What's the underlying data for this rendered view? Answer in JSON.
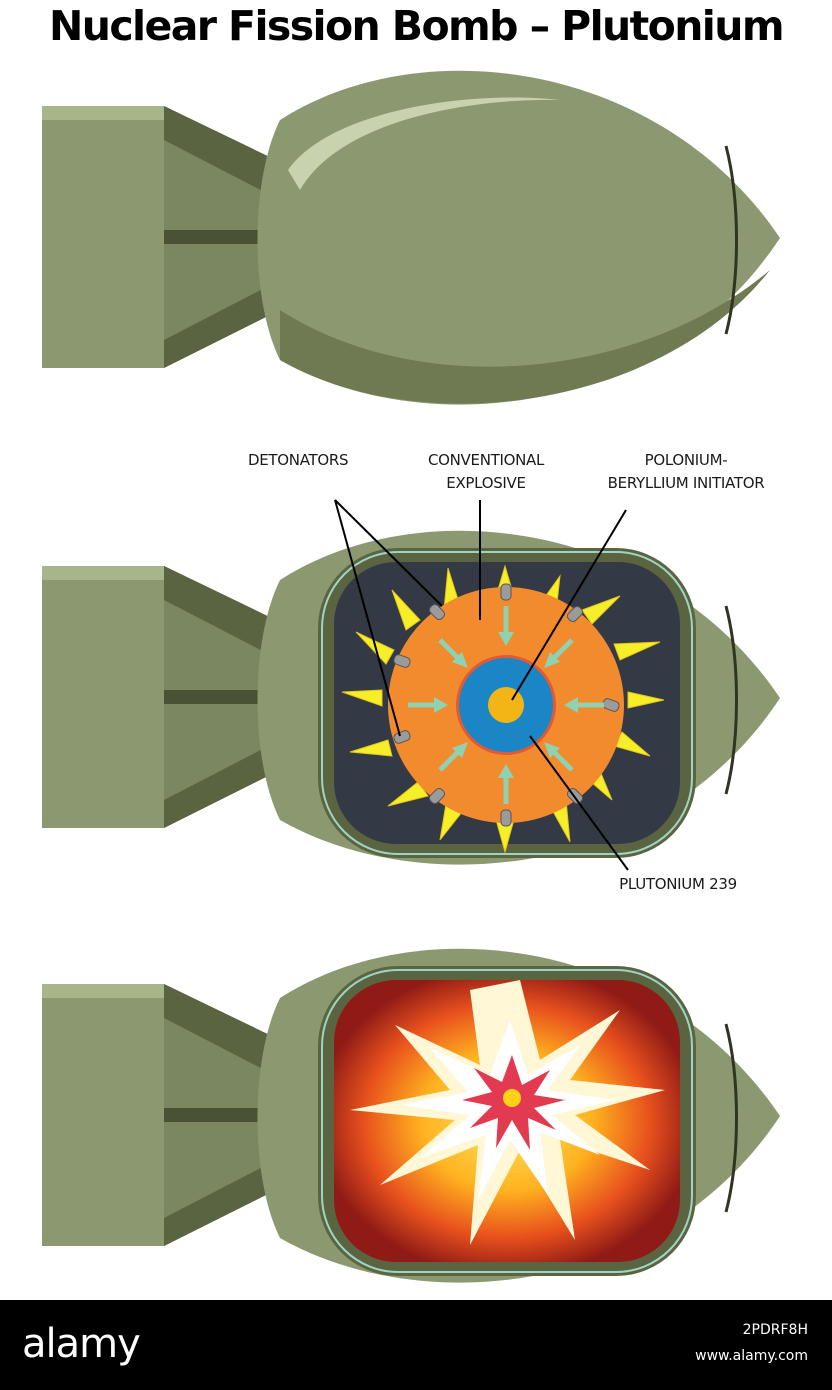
{
  "title": "Nuclear Fission Bomb – Plutonium",
  "labels": {
    "detonators": "DETONATORS",
    "conventional_explosive_1": "CONVENTIONAL",
    "conventional_explosive_2": "EXPLOSIVE",
    "initiator_1": "POLONIUM-",
    "initiator_2": "BERYLLIUM INITIATOR",
    "plutonium": "PLUTONIUM 239"
  },
  "footer": {
    "brand": "alamy",
    "image_id": "2PDRF8H",
    "site": "www.alamy.com"
  },
  "colors": {
    "bomb_body": "#8c9970",
    "bomb_dark": "#5b6440",
    "chamber": "#333a45",
    "explosive": "#f28a2e",
    "plutonium": "#1a86c6",
    "initiator": "#f2b515",
    "spikes": "#f7ee2a",
    "footer_bg": "#000000"
  }
}
